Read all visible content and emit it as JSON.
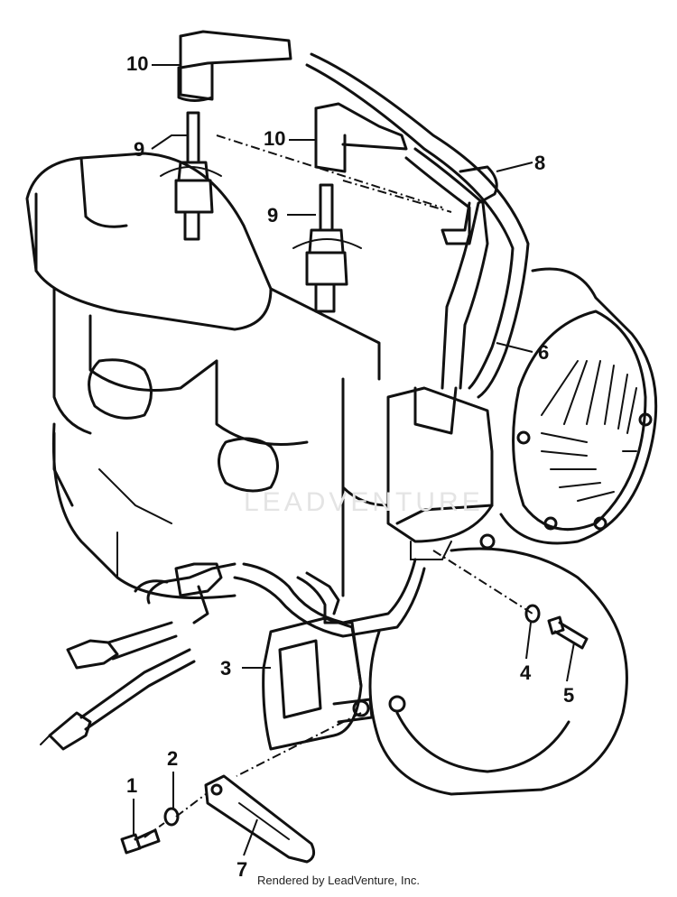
{
  "callouts": [
    {
      "id": "1",
      "label": "1"
    },
    {
      "id": "2",
      "label": "2"
    },
    {
      "id": "3",
      "label": "3"
    },
    {
      "id": "4",
      "label": "4"
    },
    {
      "id": "5",
      "label": "5"
    },
    {
      "id": "6",
      "label": "6"
    },
    {
      "id": "7",
      "label": "7"
    },
    {
      "id": "8",
      "label": "8"
    },
    {
      "id": "9a",
      "label": "9"
    },
    {
      "id": "9b",
      "label": "9"
    },
    {
      "id": "10a",
      "label": "10"
    },
    {
      "id": "10b",
      "label": "10"
    }
  ],
  "watermark": "LEADVENTURE",
  "footer": "Rendered by LeadVenture, Inc."
}
